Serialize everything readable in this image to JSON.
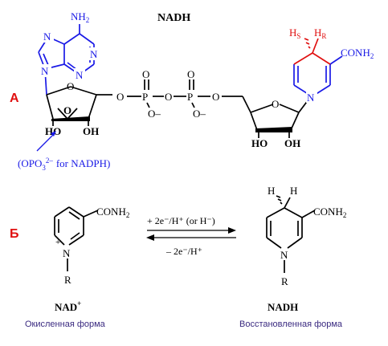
{
  "title": "NADH",
  "colors": {
    "adenine": "#1a1ae6",
    "sugar_phosphate": "#000000",
    "nicotinamide": "#1a1ae6",
    "reactive_site": "#e01010",
    "panel_label": "#e01010",
    "caption": "#3a2a80"
  },
  "panel_a": {
    "label": "А",
    "atoms": {
      "nh2": "NH",
      "nh2_sub": "2",
      "adenine_n1": "N",
      "adenine_n3": "N",
      "adenine_n7": "N",
      "adenine_n9": "N",
      "ribose1_o": "O",
      "ribose1_bridge_o": "O",
      "ribose1_oh_left": "HO",
      "ribose1_oh_right": "OH",
      "o_link1": "O",
      "p1": "P",
      "p1_o_top": "O",
      "p1_o_minus": "O",
      "o_bridge": "O",
      "p2": "P",
      "p2_o_top": "O",
      "p2_o_minus": "O",
      "o_link2": "O",
      "ribose2_o": "O",
      "ribose2_oh_left": "HO",
      "ribose2_oh_right": "OH",
      "nic_n": "N",
      "hs": "H",
      "hs_sub": "S",
      "hr": "H",
      "hr_sub": "R",
      "conh2": "CONH",
      "conh2_sub": "2",
      "minus": "–"
    },
    "nadph_note": "(OPO",
    "nadph_note_sub": "3",
    "nadph_note_sup": "2–",
    "nadph_note_tail": "for NADPH)"
  },
  "panel_b": {
    "label": "Б",
    "left": {
      "conh2": "CONH",
      "conh2_sub": "2",
      "n": "N",
      "charge": "+",
      "r": "R",
      "name": "NAD",
      "name_sup": "+",
      "form": "Окисленная форма"
    },
    "right": {
      "h_left": "H",
      "h_right": "H",
      "conh2": "CONH",
      "conh2_sub": "2",
      "n": "N",
      "r": "R",
      "name": "NADH",
      "form": "Восстановленная форма"
    },
    "forward_label": "+ 2e⁻/H⁺ (or H⁻)",
    "reverse_label": "– 2e⁻/H⁺"
  }
}
